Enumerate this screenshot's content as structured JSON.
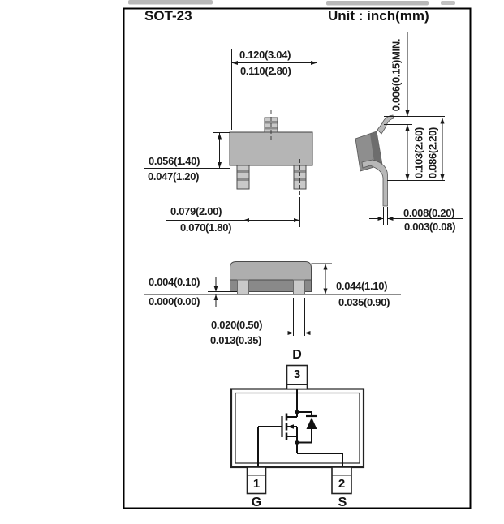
{
  "header": {
    "title": "SOT-23",
    "unit": "Unit : inch(mm)"
  },
  "top_view": {
    "width": {
      "max": "0.120(3.04)",
      "min": "0.110(2.80)"
    },
    "depth": {
      "max": "0.056(1.40)",
      "min": "0.047(1.20)"
    },
    "pitch": {
      "max": "0.079(2.00)",
      "min": "0.070(1.80)"
    }
  },
  "side_view": {
    "standoff_min": "0.006(0.15)MIN.",
    "height": {
      "max": "0.103(2.60)",
      "min": "0.086(2.20)"
    },
    "lead_thickness": {
      "max": "0.008(0.20)",
      "min": "0.003(0.08)"
    }
  },
  "front_view": {
    "standoff": {
      "max": "0.004(0.10)",
      "min": "0.000(0.00)"
    },
    "lead_length": {
      "max": "0.044(1.10)",
      "min": "0.035(0.90)"
    },
    "lead_width": {
      "max": "0.020(0.50)",
      "min": "0.013(0.35)"
    }
  },
  "schematic": {
    "pins": [
      {
        "number": "1",
        "name": "G"
      },
      {
        "number": "2",
        "name": "S"
      },
      {
        "number": "3",
        "name": "D"
      }
    ]
  },
  "colors": {
    "line": "#1a1a1a",
    "body_gray": "#b5b5b5",
    "band_gray": "#898989",
    "pin_gray": "#c9c9c9",
    "pin_stripe_gray": "#8d8d8d",
    "side_body_gray": "#8e8e8e",
    "side_body_dark": "#6d6d6d",
    "lead_gray": "#b8b8b8"
  }
}
